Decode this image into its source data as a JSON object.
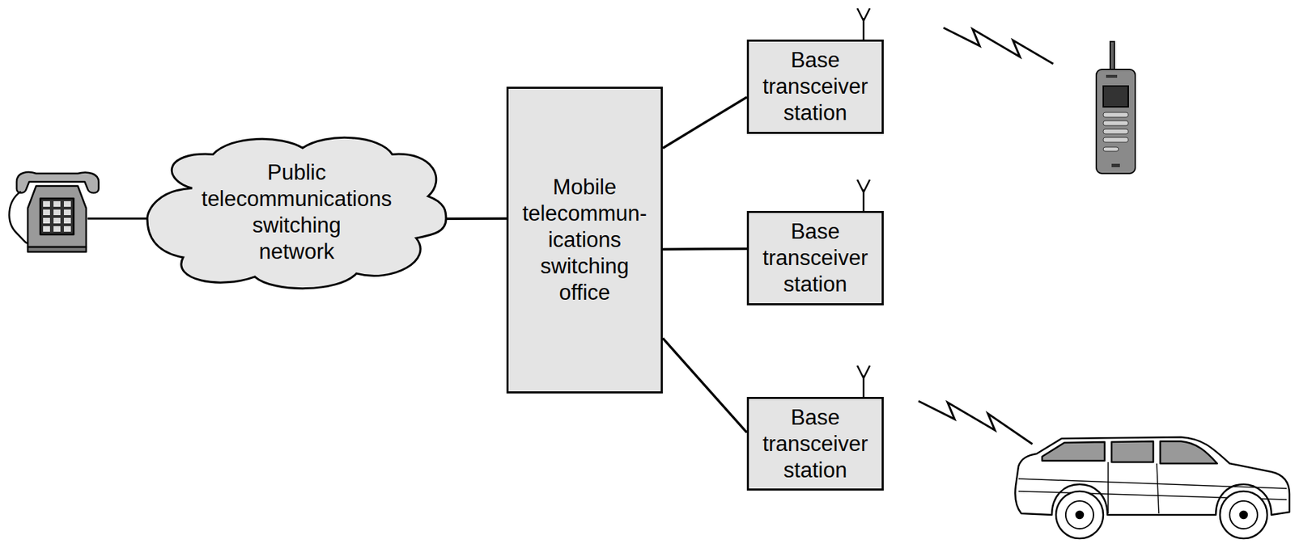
{
  "diagram": {
    "nodes": [
      {
        "text": [
          "Public telecommunications switching network"
        ]
      },
      {
        "text": [
          "Mobile telecommun- ications switching office"
        ]
      },
      {
        "text": [
          "Base transceiver station"
        ]
      },
      {
        "text": [
          "Base transceiver station"
        ]
      },
      {
        "text": [
          "Base transceiver station"
        ]
      }
    ],
    "edges": [
      {
        "from": 0,
        "to": 1,
        "arrow": "none"
      },
      {
        "from": 1,
        "to": 2,
        "arrow": "none"
      },
      {
        "from": 1,
        "to": 3,
        "arrow": "none"
      },
      {
        "from": 1,
        "to": 4,
        "arrow": "none"
      }
    ]
  }
}
